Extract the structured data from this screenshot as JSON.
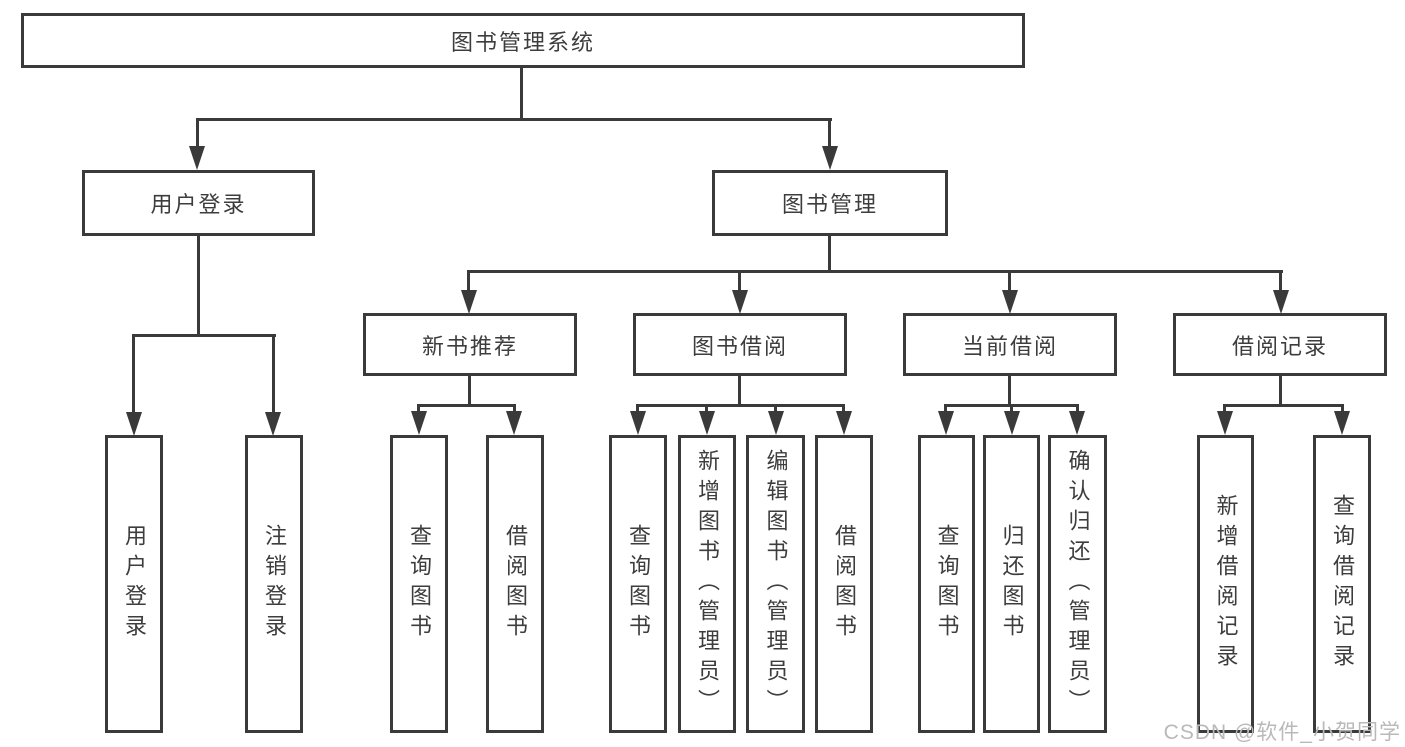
{
  "diagram": {
    "type": "function-tree",
    "background_color": "#ffffff",
    "line_color": "#3a3a3a",
    "text_color": "#3d3d3d",
    "watermark": {
      "text": "CSDN @软件_小贺同学",
      "color": "#b9b9b9"
    },
    "tree": {
      "label": "图书管理系统",
      "children": [
        {
          "label": "用户登录",
          "children": [
            {
              "label": "用户登录"
            },
            {
              "label": "注销登录"
            }
          ]
        },
        {
          "label": "图书管理",
          "children": [
            {
              "label": "新书推荐",
              "children": [
                {
                  "label": "查询图书"
                },
                {
                  "label": "借阅图书"
                }
              ]
            },
            {
              "label": "图书借阅",
              "children": [
                {
                  "label": "查询图书"
                },
                {
                  "label": "新增图书（管理员）"
                },
                {
                  "label": "编辑图书（管理员）"
                },
                {
                  "label": "借阅图书"
                }
              ]
            },
            {
              "label": "当前借阅",
              "children": [
                {
                  "label": "查询图书"
                },
                {
                  "label": "归还图书"
                },
                {
                  "label": "确认归还（管理员）"
                }
              ]
            },
            {
              "label": "借阅记录",
              "children": [
                {
                  "label": "新增借阅记录"
                },
                {
                  "label": "查询借阅记录"
                }
              ]
            }
          ]
        }
      ]
    }
  }
}
